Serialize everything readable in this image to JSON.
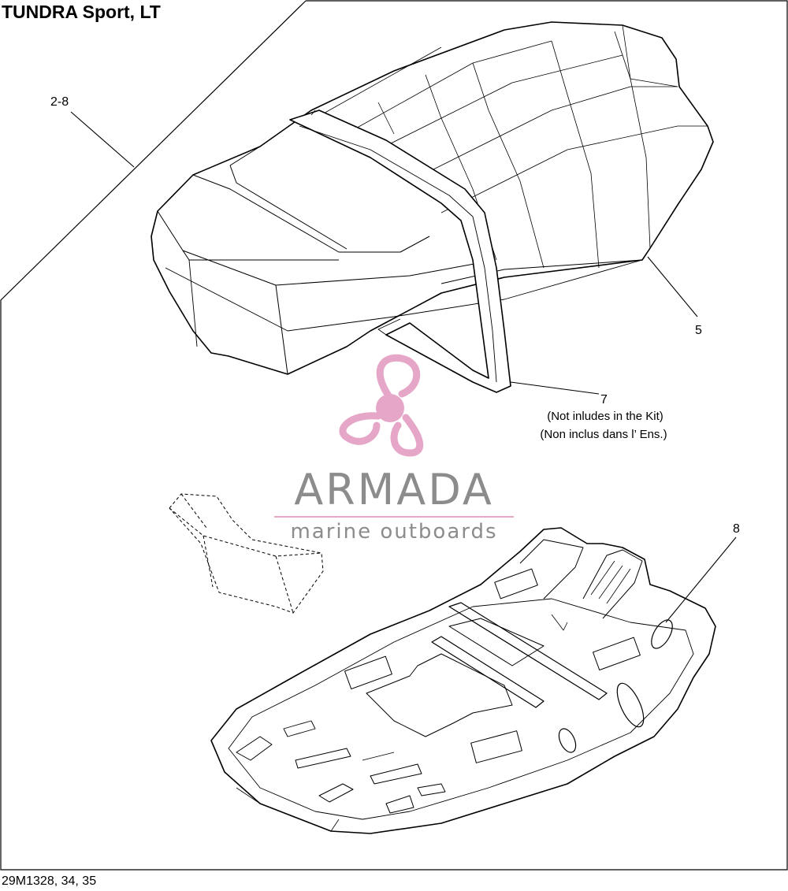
{
  "header": {
    "title": "TUNDRA Sport, LT"
  },
  "callouts": [
    {
      "id": "2-8",
      "label": "2-8"
    },
    {
      "id": "5",
      "label": "5"
    },
    {
      "id": "7",
      "label": "7",
      "note_en": "(Not inludes in the Kit)",
      "note_fr": "(Non inclus dans l’ Ens.)"
    },
    {
      "id": "8",
      "label": "8"
    }
  ],
  "watermark": {
    "brand": "ARMADA",
    "tagline": "marine outboards",
    "color_logo": "#e5a6c8",
    "color_text": "#8c8c8c"
  },
  "footer": {
    "doc_code": "29M1328, 34, 35"
  },
  "colors": {
    "line": "#000000",
    "background": "#ffffff"
  }
}
